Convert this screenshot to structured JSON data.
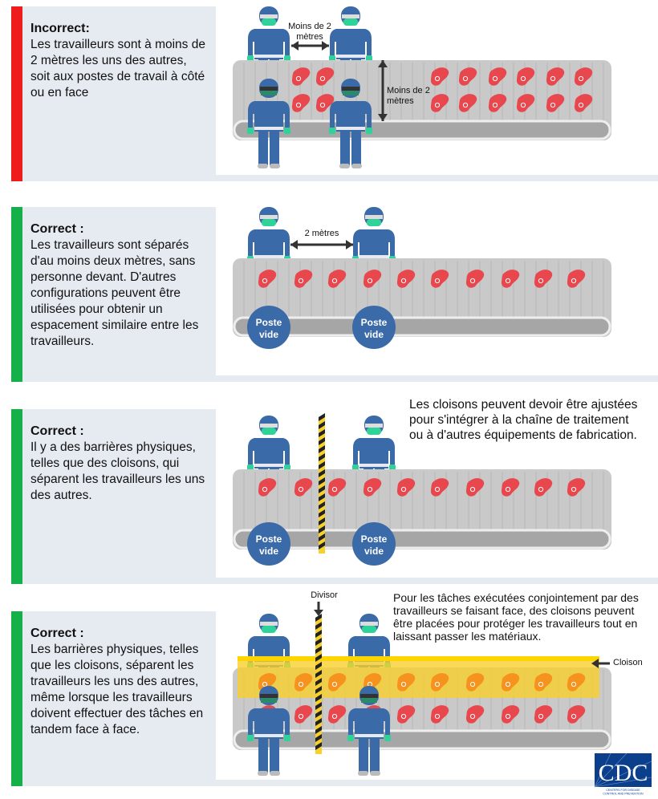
{
  "colors": {
    "incorrect": "#ee1c1c",
    "correct": "#16b04a",
    "worker": "#3a6aa8",
    "meat": "#e9474e",
    "meat_shielded": "#f6921e",
    "panel_bg": "#e6eaf1",
    "partition": "#f7d02b"
  },
  "panels": [
    {
      "status": "incorrect",
      "title": "Incorrect:",
      "text": "Les travailleurs sont à moins de 2 mètres les uns des autres, soit aux postes de travail à côté ou en face",
      "label_side": "Moins de 2 mètres",
      "label_across": "Moins de 2 mètres"
    },
    {
      "status": "correct",
      "title": "Correct :",
      "text": "Les travailleurs sont séparés d'au moins deux mètres, sans personne devant. D'autres configurations peuvent être utilisées pour obtenir un espacement similaire entre les travailleurs.",
      "label_side": "2 mètres",
      "empty_station": "Poste vide"
    },
    {
      "status": "correct",
      "title": "Correct :",
      "text": "Il y a des barrières physiques, telles que des cloisons, qui séparent les travailleurs les uns des autres.",
      "note": "Les cloisons peuvent devoir être ajustées pour s'intégrer à la chaîne de traitement ou à d'autres équipements de fabrication.",
      "empty_station": "Poste vide"
    },
    {
      "status": "correct",
      "title": "Correct :",
      "text": "Les barrières physiques, telles que les cloisons, séparent les travailleurs les uns des autres, même lorsque les travailleurs doivent effectuer des tâches en tandem face à face.",
      "note": "Pour les tâches exécutées conjointement par des travailleurs se faisant face, des cloisons peuvent être placées pour protéger les travailleurs tout en laissant passer les matériaux.",
      "label_divider": "Divisor",
      "label_partition": "Cloison"
    }
  ],
  "logo": {
    "text": "CDC",
    "subtitle": "CENTERS FOR DISEASE CONTROL AND PREVENTION"
  }
}
